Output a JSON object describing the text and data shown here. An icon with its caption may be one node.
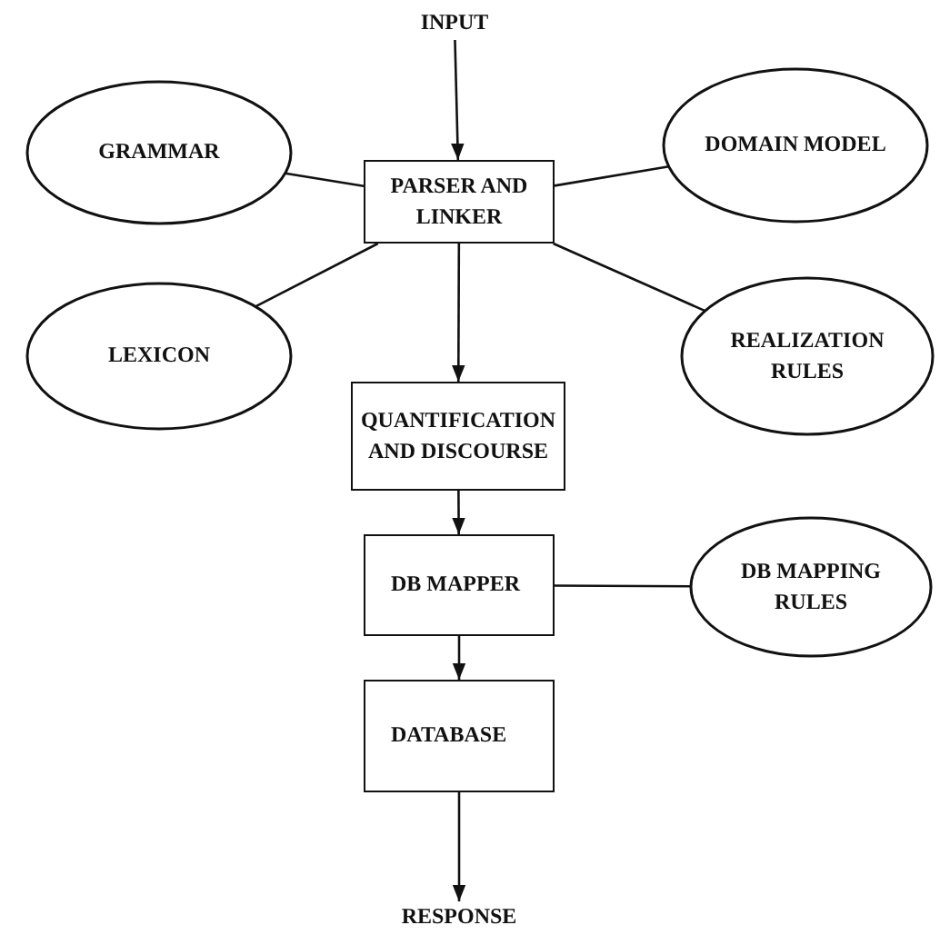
{
  "diagram": {
    "nodes": [
      {
        "text": [
          "INPUT"
        ]
      },
      {
        "text": [
          "GRAMMAR"
        ]
      },
      {
        "text": [
          "DOMAIN MODEL"
        ]
      },
      {
        "text": [
          "PARSER AND LINKER"
        ]
      },
      {
        "text": [
          "LEXICON"
        ]
      },
      {
        "text": [
          "REALIZATION RULES"
        ]
      },
      {
        "text": [
          "QUANTIFICATION AND DISCOURSE"
        ]
      },
      {
        "text": [
          "DB MAPPER"
        ]
      },
      {
        "text": [
          "DB MAPPING RULES"
        ]
      },
      {
        "text": [
          "DATABASE"
        ]
      },
      {
        "text": [
          "RESPONSE"
        ]
      }
    ],
    "edges": [
      {
        "from": 0,
        "to": 3,
        "arrow": "to"
      },
      {
        "from": 1,
        "to": 3,
        "arrow": "none"
      },
      {
        "from": 2,
        "to": 3,
        "arrow": "none"
      },
      {
        "from": 4,
        "to": 3,
        "arrow": "none"
      },
      {
        "from": 5,
        "to": 3,
        "arrow": "none"
      },
      {
        "from": 3,
        "to": 6,
        "arrow": "to"
      },
      {
        "from": 6,
        "to": 7,
        "arrow": "to"
      },
      {
        "from": 7,
        "to": 8,
        "arrow": "none"
      },
      {
        "from": 7,
        "to": 9,
        "arrow": "to"
      },
      {
        "from": 9,
        "to": 10,
        "arrow": "to"
      }
    ]
  }
}
